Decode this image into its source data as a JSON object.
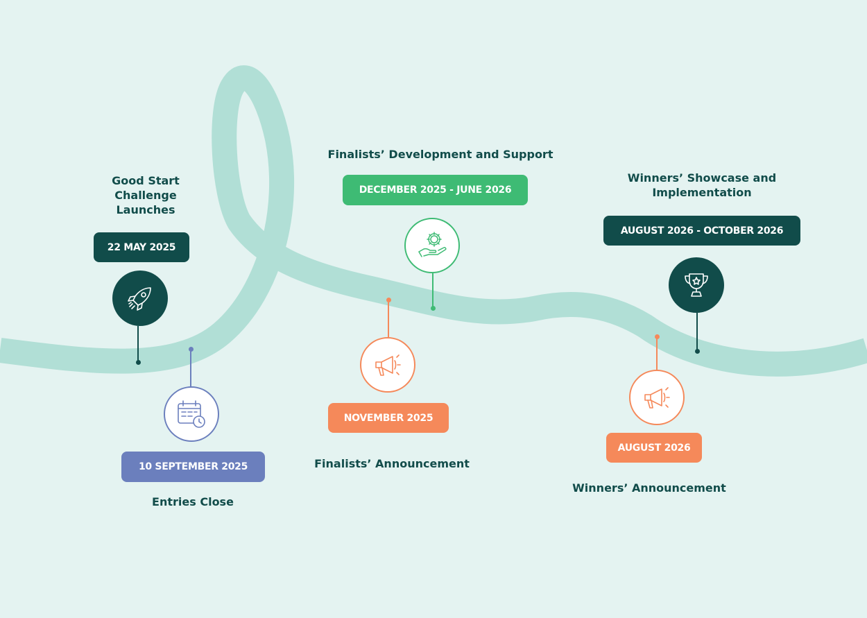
{
  "milestones": [
    {
      "title_lines": [
        "Good Start",
        "Challenge",
        "Launches"
      ],
      "date": "22 MAY 2025",
      "icon": "rocket-icon",
      "color": "#114c4a"
    },
    {
      "title_lines": [
        "Entries Close"
      ],
      "date": "10 SEPTEMBER 2025",
      "icon": "calendar-clock-icon",
      "color": "#6b7fbd"
    },
    {
      "title_lines": [
        "Finalists’ Development and Support"
      ],
      "date": "DECEMBER 2025 - JUNE 2026",
      "icon": "gear-hand-icon",
      "color": "#3ebb74"
    },
    {
      "title_lines": [
        "Finalists’ Announcement"
      ],
      "date": "NOVEMBER 2025",
      "icon": "megaphone-icon",
      "color": "#f5895a"
    },
    {
      "title_lines": [
        "Winners’ Showcase and",
        "Implementation"
      ],
      "date": "AUGUST 2026 - OCTOBER 2026",
      "icon": "trophy-icon",
      "color": "#114c4a"
    },
    {
      "title_lines": [
        "Winners’ Announcement"
      ],
      "date": "AUGUST 2026",
      "icon": "megaphone-icon",
      "color": "#f5895a"
    }
  ],
  "colors": {
    "background": "#e4f3f1",
    "road": "#b1dfd6"
  }
}
